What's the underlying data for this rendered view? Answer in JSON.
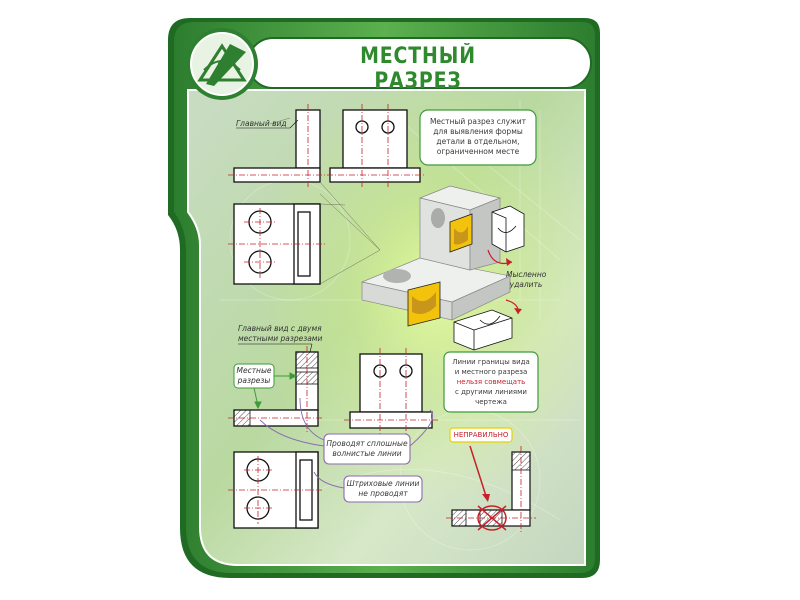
{
  "title": "МЕСТНЫЙ РАЗРЕЗ",
  "labels": {
    "main_view": "Главный вид",
    "main_view_two_sections": [
      "Главный вид с двумя",
      "местными разрезами"
    ],
    "local_sections": [
      "Местные",
      "разрезы"
    ],
    "mentally_remove": [
      "Мысленно",
      "удалить"
    ]
  },
  "notes": {
    "definition": [
      "Местный разрез служит",
      "для выявления формы",
      "детали в отдельном,",
      "ограниченном месте"
    ],
    "boundary": {
      "line1": "Линии границы вида",
      "line2": "и местного разреза",
      "line3_red": "нельзя совмещать",
      "line4": "с другими линиями",
      "line5": "чертежа"
    },
    "wavy_lines": [
      "Проводят сплошные",
      "волнистые линии"
    ],
    "hatch_lines": [
      "Штриховые линии",
      "не проводят"
    ],
    "wrong": "НЕПРАВИЛЬНО"
  },
  "colors": {
    "frame_dark": "#1f6b24",
    "frame_mid": "#5aa84a",
    "frame_light": "#d6ecd0",
    "title_green": "#2f8a2d",
    "section_yellow": "#f2c20c",
    "accent_red": "#c8202a",
    "callout_border": "#8a6bb0"
  }
}
